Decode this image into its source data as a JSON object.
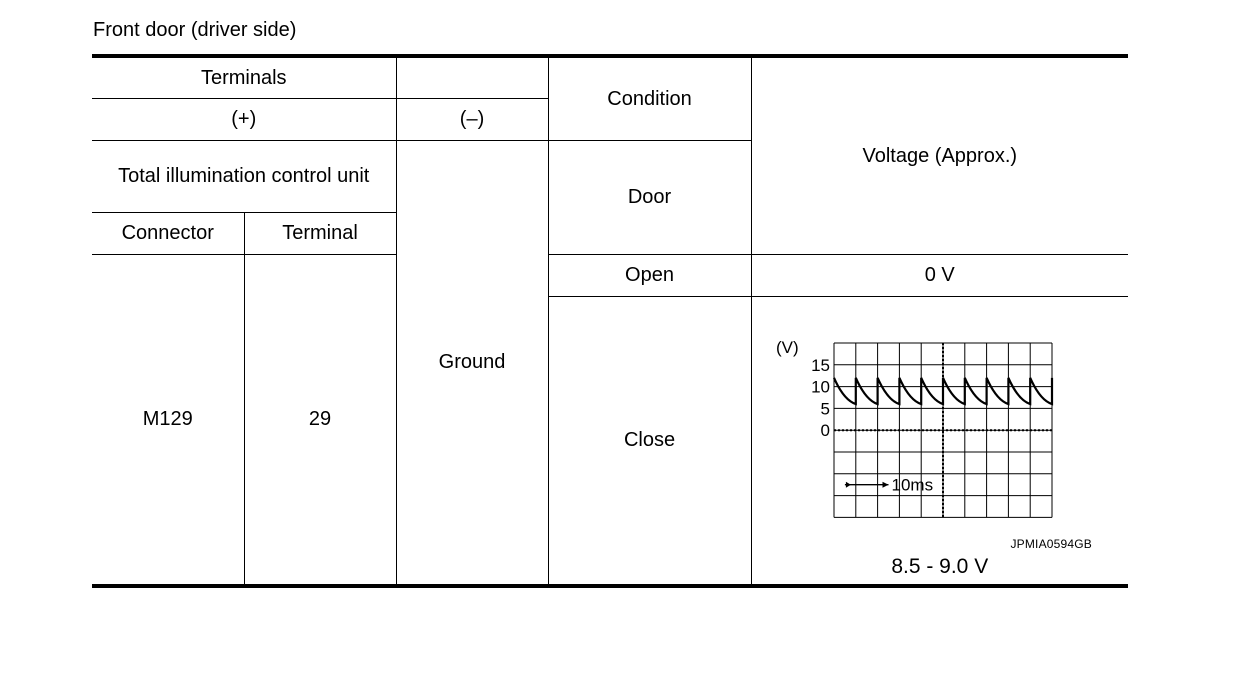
{
  "caption": "Front door (driver side)",
  "table": {
    "terminals_header": "Terminals",
    "plus_header": "(+)",
    "minus_header": "(–)",
    "condition_header": "Condition",
    "voltage_header": "Voltage (Approx.)",
    "unit_header": "Total illumination control unit",
    "connector_header": "Connector",
    "terminal_header": "Terminal",
    "door_header": "Door",
    "connector": "M129",
    "terminal": "29",
    "minus_value": "Ground",
    "rows": [
      {
        "condition": "Open",
        "voltage": "0 V"
      },
      {
        "condition": "Close",
        "voltage": "8.5 - 9.0 V"
      }
    ]
  },
  "waveform": {
    "y_unit_label": "(V)",
    "y_ticks": [
      "15",
      "10",
      "5",
      "0"
    ],
    "time_scale_label": "10ms",
    "reference_code": "JPMIA0594GB",
    "peak_voltage": 12,
    "trough_voltage": 6,
    "period_ms": 5,
    "time_per_division_ms": 5,
    "volts_per_division": 5,
    "grid_columns": 10,
    "grid_rows": 8
  }
}
